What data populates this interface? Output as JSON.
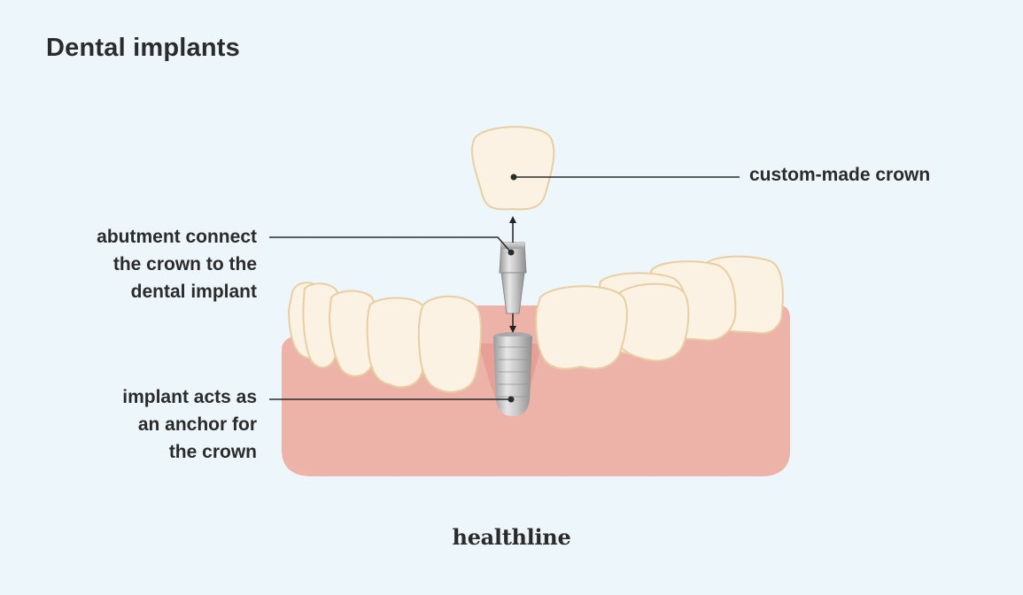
{
  "title": "Dental implants",
  "labels": {
    "crown": "custom-made crown",
    "abutment": "abutment connect\nthe crown to the\ndental implant",
    "implant": "implant acts as\nan anchor for\nthe crown"
  },
  "logo": "healthline",
  "colors": {
    "background": "#EDF7FB",
    "gum": "#EDB3A9",
    "gum_shadow": "#E39B92",
    "tooth_fill": "#FCF2E3",
    "tooth_outline": "#E8CFA3",
    "metal": "#B9B9B9",
    "text": "#2B2B2B"
  }
}
